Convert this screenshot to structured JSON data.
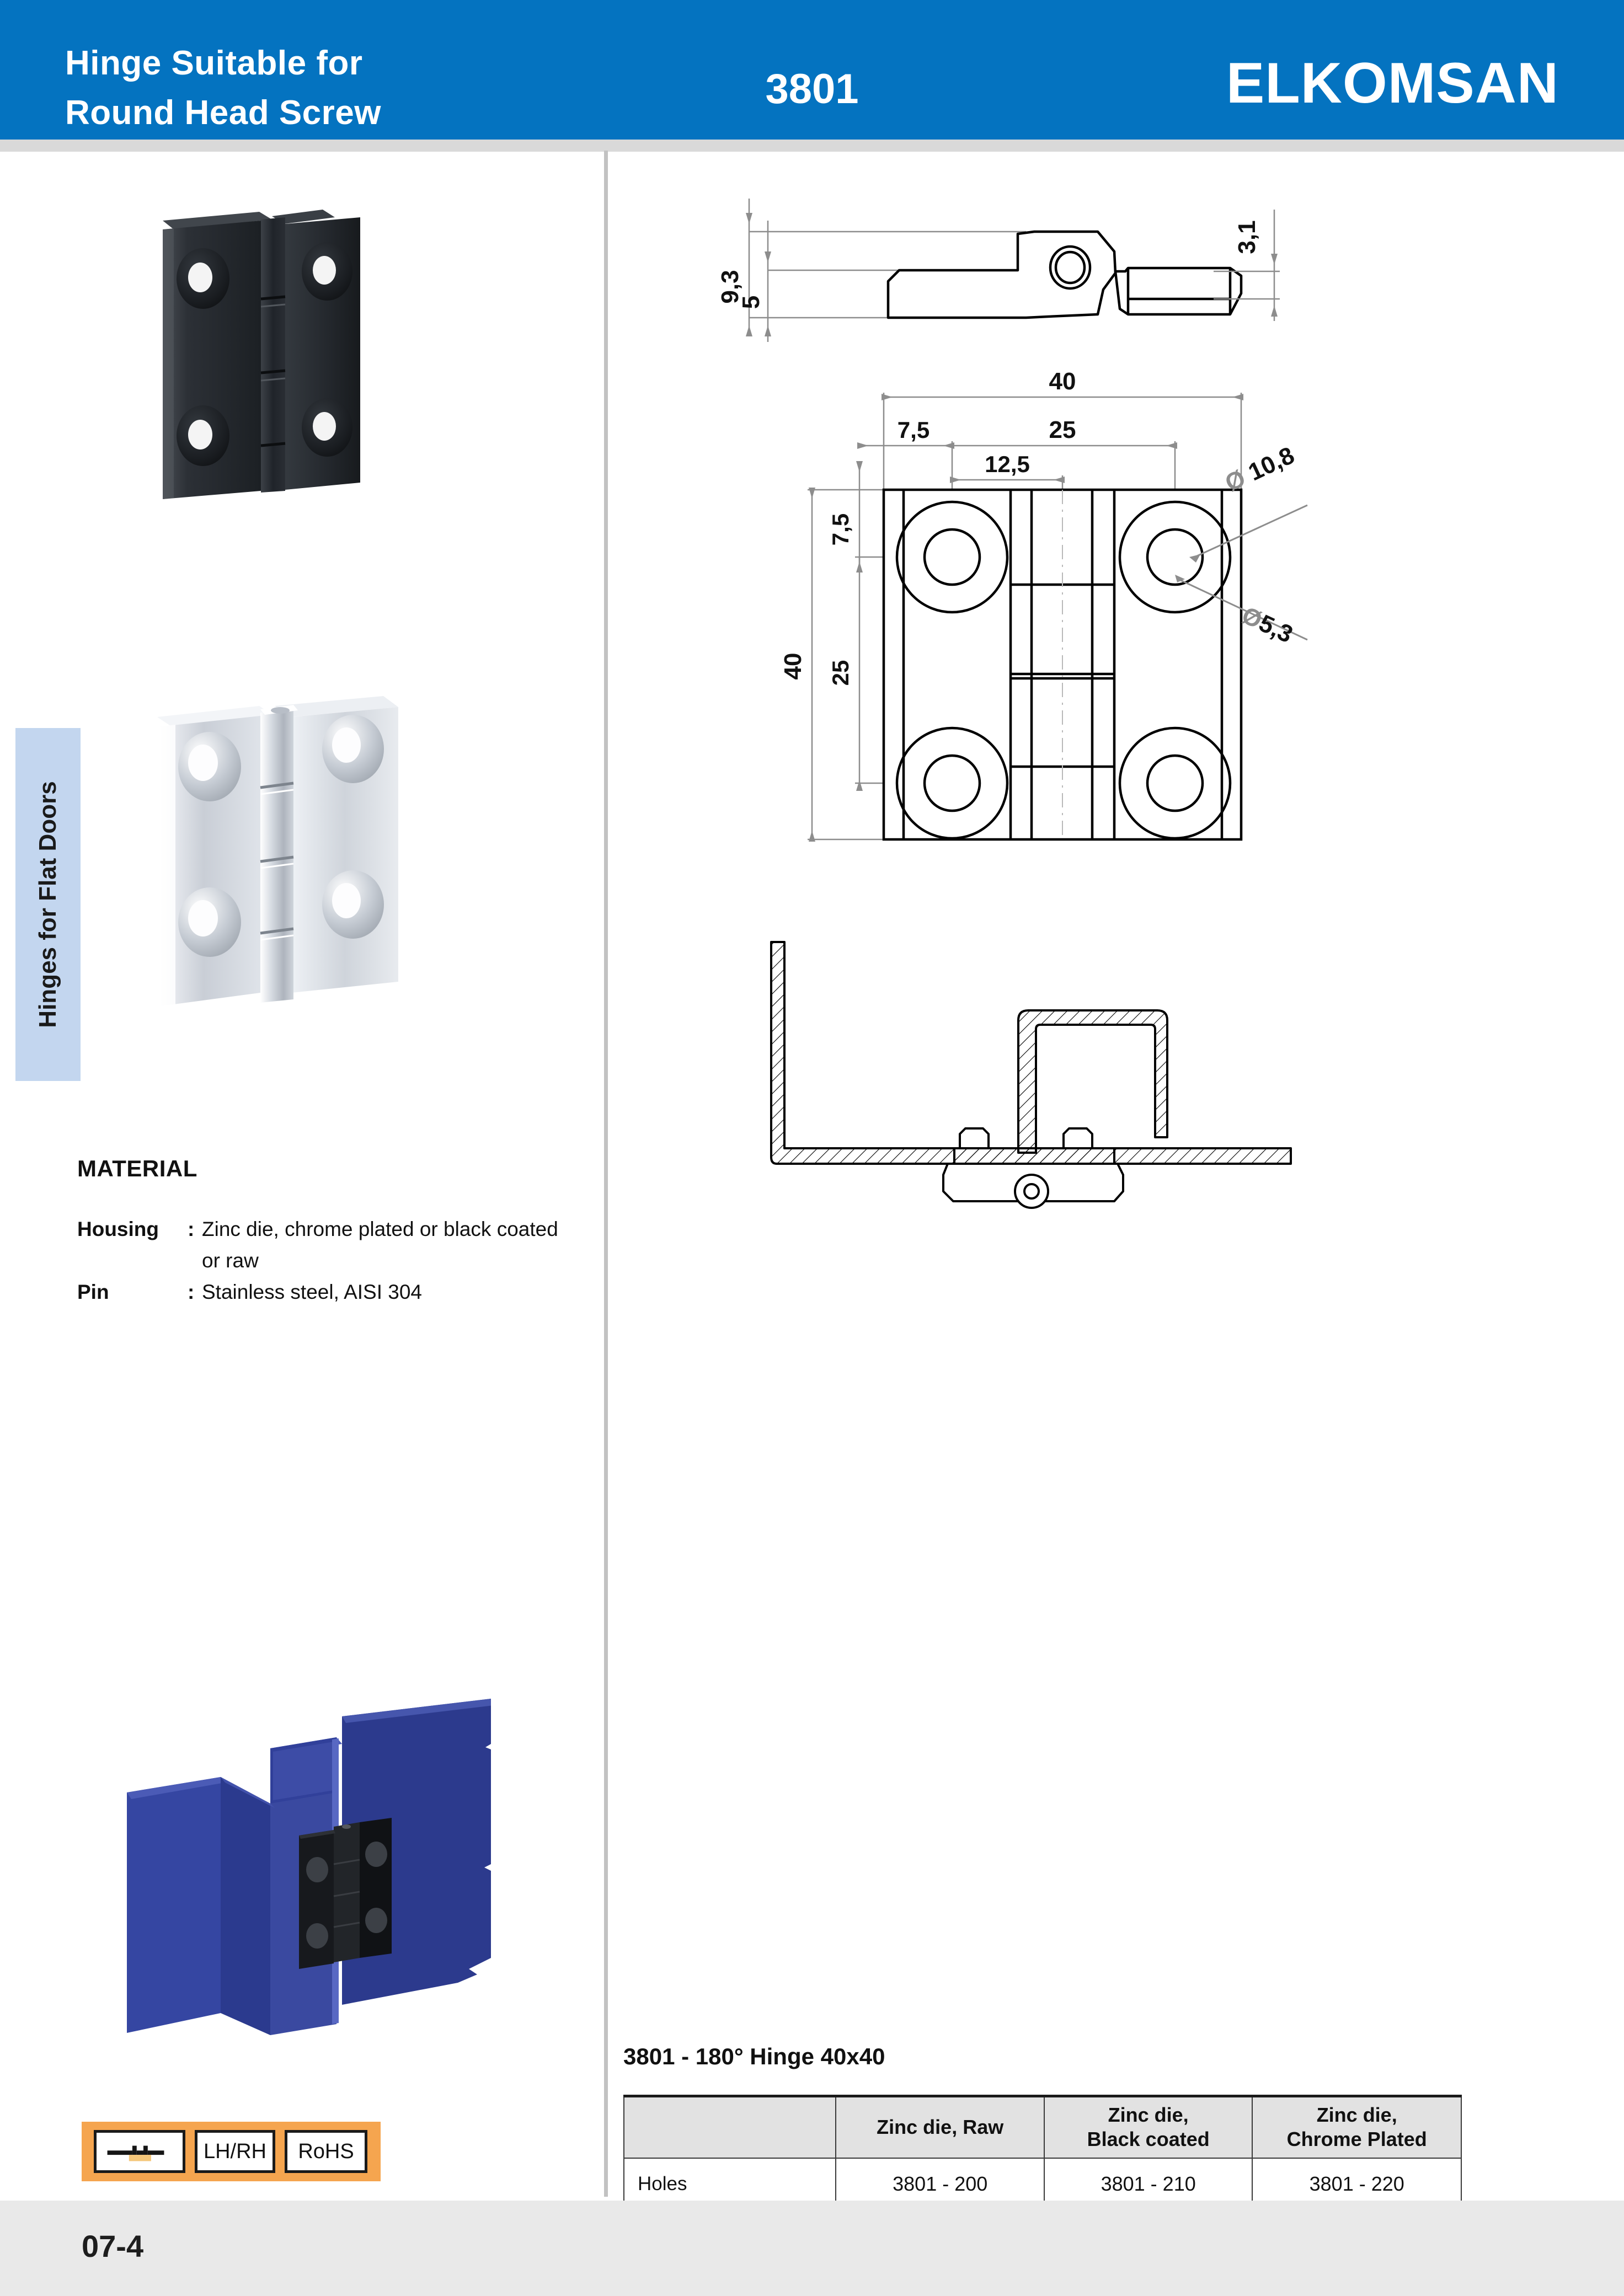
{
  "header": {
    "title_line1": "Hinge Suitable for",
    "title_line2": "Round Head Screw",
    "product_code": "3801",
    "brand": "ELKOMSAN",
    "bg_color": "#0473C0"
  },
  "side_tab": {
    "label": "Hinges for Flat Doors",
    "bg_color": "#C3D6EF"
  },
  "material": {
    "heading": "MATERIAL",
    "rows": [
      {
        "key": "Housing",
        "colon": ":",
        "value": "Zinc die, chrome plated or black coated",
        "continuation": "or raw"
      },
      {
        "key": "Pin",
        "colon": ":",
        "value": "Stainless steel, AISI 304",
        "continuation": ""
      }
    ]
  },
  "drawings": {
    "side_view": {
      "dims": [
        {
          "label": "9,3",
          "orientation": "vertical"
        },
        {
          "label": "5",
          "orientation": "vertical"
        },
        {
          "label": "3,1",
          "orientation": "vertical"
        }
      ]
    },
    "front_view": {
      "dims": [
        {
          "label": "40",
          "orientation": "horizontal"
        },
        {
          "label": "7,5",
          "orientation": "horizontal"
        },
        {
          "label": "25",
          "orientation": "horizontal"
        },
        {
          "label": "12,5",
          "orientation": "horizontal"
        },
        {
          "label": "40",
          "orientation": "vertical"
        },
        {
          "label": "25",
          "orientation": "vertical"
        },
        {
          "label": "7,5",
          "orientation": "vertical"
        },
        {
          "label": "10,8",
          "orientation": "leader",
          "prefix": "Ø"
        },
        {
          "label": "5,3",
          "orientation": "leader",
          "prefix": "Ø"
        }
      ]
    },
    "section_view": {
      "dims": []
    }
  },
  "badges": {
    "bar_color": "#F5A54F",
    "items": [
      {
        "type": "icon",
        "name": "flush-mount-icon",
        "label": ""
      },
      {
        "type": "text",
        "name": "hand-badge",
        "label": "LH/RH"
      },
      {
        "type": "text",
        "name": "rohs-badge",
        "label": "RoHS"
      }
    ]
  },
  "table": {
    "title": "3801 - 180° Hinge 40x40",
    "columns": [
      "",
      "Zinc die, Raw",
      "Zinc die,\nBlack coated",
      "Zinc die,\nChrome Plated"
    ],
    "col1_header": "",
    "col2_header_line1": "Zinc die, Raw",
    "col2_header_line2": "",
    "col3_header_line1": "Zinc die,",
    "col3_header_line2": "Black coated",
    "col4_header_line1": "Zinc die,",
    "col4_header_line2": "Chrome Plated",
    "rows": [
      {
        "label": "Holes",
        "raw": "3801 - 200",
        "black": "3801 - 210",
        "chrome": "3801 - 220"
      }
    ]
  },
  "footer": {
    "page_number": "07-4",
    "bg_color": "#E9E9E9"
  }
}
